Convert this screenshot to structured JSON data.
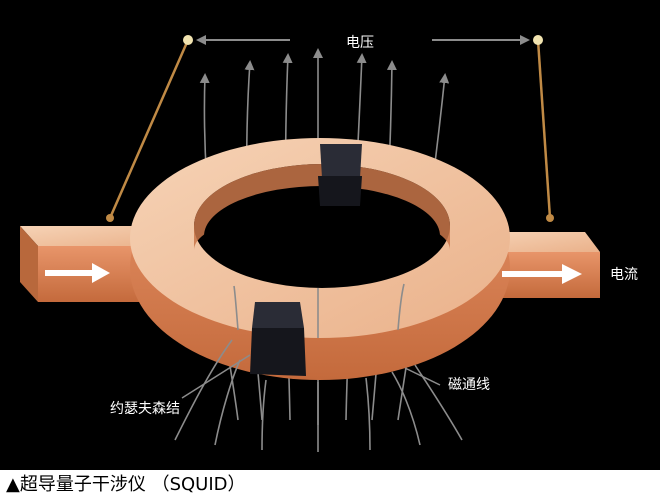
{
  "labels": {
    "voltage": "电压",
    "current": "电流",
    "josephson": "约瑟夫森结",
    "flux_lines": "磁通线"
  },
  "caption": {
    "marker": "▲",
    "text": "超导量子干涉仪 （SQUID）"
  },
  "colors": {
    "background": "#000000",
    "ring_top": "#f2c4a4",
    "ring_side": "#d87f4e",
    "junction": "#15161c",
    "field_line": "#8c8c8c",
    "lead_wire": "#c08a45",
    "arrow_current": "#ffffff"
  }
}
